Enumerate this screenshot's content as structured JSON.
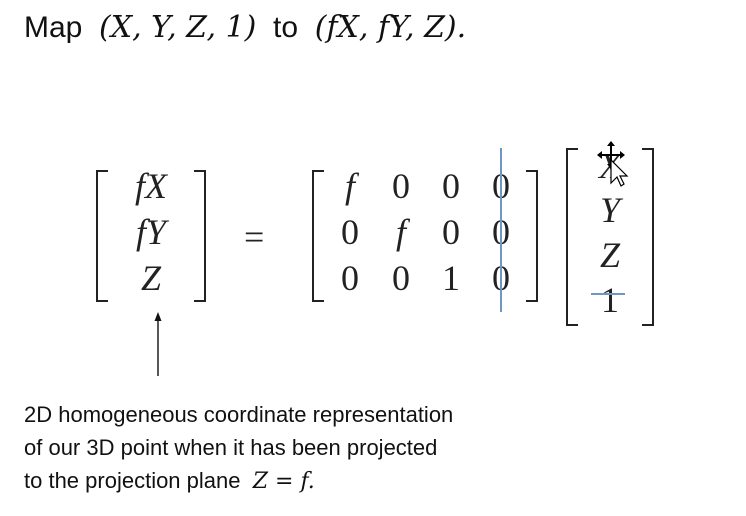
{
  "title": {
    "prefix": "Map",
    "from": "(X, Y, Z, 1)",
    "mid": "to",
    "to": "(fX, fY, Z)."
  },
  "lhs_vector": [
    "fX",
    "fY",
    "Z"
  ],
  "equals": "=",
  "matrix": [
    [
      "f",
      "0",
      "0",
      "0"
    ],
    [
      "0",
      "f",
      "0",
      "0"
    ],
    [
      "0",
      "0",
      "1",
      "0"
    ]
  ],
  "rhs_vector": [
    "X",
    "Y",
    "Z",
    "1"
  ],
  "caption": {
    "line1": "2D homogeneous coordinate representation",
    "line2": "of our 3D point when it has been projected",
    "line3_prefix": "to the projection plane",
    "line3_math": "Z = f."
  },
  "colors": {
    "text": "#111111",
    "annotation_line": "#6f97c2"
  },
  "icons": [
    "arrow-up-icon",
    "move-cursor-icon"
  ]
}
